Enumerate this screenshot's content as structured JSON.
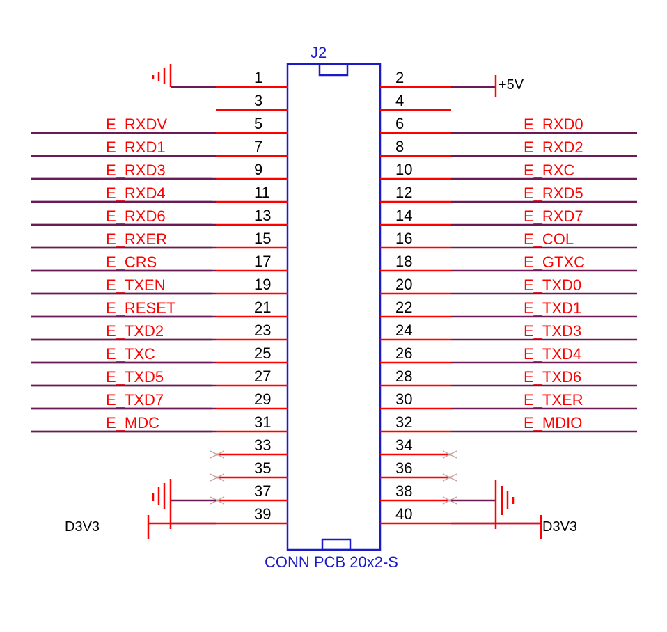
{
  "component": {
    "designator": "J2",
    "part_name": "CONN PCB 20x2-S"
  },
  "colors": {
    "body": "#1a1ac8",
    "pin": "#ff0000",
    "wire": "#6b1a55",
    "net_label": "#ff0000",
    "nc_marker": "#c8a0a0",
    "text": "#000000"
  },
  "rows": [
    {
      "left_pin": "1",
      "right_pin": "2",
      "left_net": "",
      "right_net": "",
      "left_conn": "gnd",
      "right_conn": "power"
    },
    {
      "left_pin": "3",
      "right_pin": "4",
      "left_net": "E_RXDV",
      "right_net": "E_RXD0",
      "left_conn": "net",
      "right_conn": "net"
    },
    {
      "left_pin": "5",
      "right_pin": "6",
      "left_net": "E_RXD1",
      "right_net": "E_RXD2",
      "left_conn": "net",
      "right_conn": "net"
    },
    {
      "left_pin": "7",
      "right_pin": "8",
      "left_net": "E_RXD3",
      "right_net": "E_RXC",
      "left_conn": "net",
      "right_conn": "net"
    },
    {
      "left_pin": "9",
      "right_pin": "10",
      "left_net": "E_RXD4",
      "right_net": "E_RXD5",
      "left_conn": "net",
      "right_conn": "net"
    },
    {
      "left_pin": "11",
      "right_pin": "12",
      "left_net": "E_RXD6",
      "right_net": "E_RXD7",
      "left_conn": "net",
      "right_conn": "net"
    },
    {
      "left_pin": "13",
      "right_pin": "14",
      "left_net": "E_RXER",
      "right_net": "E_COL",
      "left_conn": "net",
      "right_conn": "net"
    },
    {
      "left_pin": "15",
      "right_pin": "16",
      "left_net": "E_CRS",
      "right_net": "E_GTXC",
      "left_conn": "net",
      "right_conn": "net"
    },
    {
      "left_pin": "17",
      "right_pin": "18",
      "left_net": "E_TXEN",
      "right_net": "E_TXD0",
      "left_conn": "net",
      "right_conn": "net"
    },
    {
      "left_pin": "19",
      "right_pin": "20",
      "left_net": "E_RESET",
      "right_net": "E_TXD1",
      "left_conn": "net",
      "right_conn": "net"
    },
    {
      "left_pin": "21",
      "right_pin": "22",
      "left_net": "E_TXD2",
      "right_net": "E_TXD3",
      "left_conn": "net",
      "right_conn": "net"
    },
    {
      "left_pin": "23",
      "right_pin": "24",
      "left_net": "E_TXC",
      "right_net": "E_TXD4",
      "left_conn": "net",
      "right_conn": "net"
    },
    {
      "left_pin": "25",
      "right_pin": "26",
      "left_net": "E_TXD5",
      "right_net": "E_TXD6",
      "left_conn": "net",
      "right_conn": "net"
    },
    {
      "left_pin": "27",
      "right_pin": "28",
      "left_net": "E_TXD7",
      "right_net": "E_TXER",
      "left_conn": "net",
      "right_conn": "net"
    },
    {
      "left_pin": "29",
      "right_pin": "30",
      "left_net": "E_MDC",
      "right_net": "E_MDIO",
      "left_conn": "net",
      "right_conn": "net"
    },
    {
      "left_pin": "31",
      "right_pin": "32",
      "left_net": "",
      "right_net": "",
      "left_conn": "none",
      "right_conn": "none"
    },
    {
      "left_pin": "33",
      "right_pin": "34",
      "left_net": "",
      "right_net": "",
      "left_conn": "nc",
      "right_conn": "nc"
    },
    {
      "left_pin": "35",
      "right_pin": "36",
      "left_net": "",
      "right_net": "",
      "left_conn": "nc",
      "right_conn": "nc"
    },
    {
      "left_pin": "37",
      "right_pin": "38",
      "left_net": "",
      "right_net": "",
      "left_conn": "nc",
      "right_conn": "nc"
    },
    {
      "left_pin": "39",
      "right_pin": "40",
      "left_net": "",
      "right_net": "",
      "left_conn": "gnd",
      "right_conn": "gnd"
    }
  ],
  "extra_labels": {
    "power_label": "+5V",
    "left_supply": "D3V3",
    "right_supply": "D3V3"
  }
}
